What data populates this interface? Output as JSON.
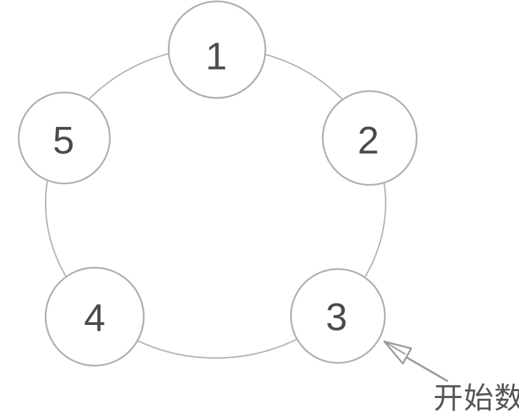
{
  "diagram": {
    "nodes": [
      {
        "id": "node-1",
        "label": "1"
      },
      {
        "id": "node-2",
        "label": "2"
      },
      {
        "id": "node-3",
        "label": "3"
      },
      {
        "id": "node-4",
        "label": "4"
      },
      {
        "id": "node-5",
        "label": "5"
      }
    ],
    "annotation": {
      "label": "开始数",
      "points_to": "3"
    },
    "colors": {
      "ring_stroke": "#b3b3b3",
      "node_stroke": "#b0b0b0",
      "node_fill": "#ffffff",
      "digit": "#4b4b4b",
      "arrow": "#9d9d9d",
      "annotation_text": "#565656",
      "background": "#ffffff"
    }
  }
}
